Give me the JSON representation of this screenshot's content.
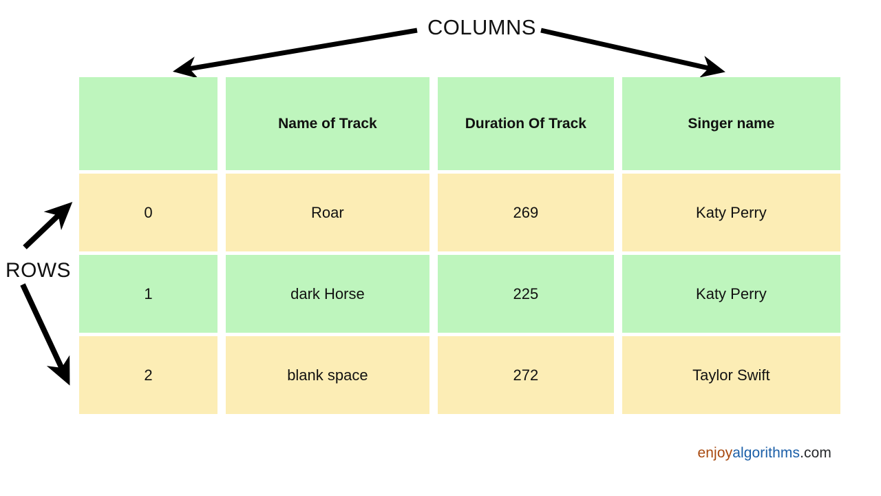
{
  "annotations": {
    "columns_label": "COLUMNS",
    "rows_label": "ROWS",
    "arrow_color": "#000000"
  },
  "table": {
    "headers": [
      "",
      "Name of Track",
      "Duration Of Track",
      "Singer name"
    ],
    "header_row_color": "#BEF5BD",
    "rows": [
      {
        "index": "0",
        "name_of_track": "Roar",
        "duration_of_track": "269",
        "singer_name": "Katy Perry",
        "color": "#FCEDB5"
      },
      {
        "index": "1",
        "name_of_track": "dark Horse",
        "duration_of_track": "225",
        "singer_name": "Katy Perry",
        "color": "#BEF5BD"
      },
      {
        "index": "2",
        "name_of_track": "blank space",
        "duration_of_track": "272",
        "singer_name": "Taylor Swift",
        "color": "#FCEDB5"
      }
    ]
  },
  "footer": {
    "wordmark_part1": "enjoy",
    "wordmark_part2": "algorithms",
    "wordmark_part3": ".com",
    "color1": "#A8490F",
    "color2": "#1B5FA8",
    "color3": "#26282B"
  }
}
